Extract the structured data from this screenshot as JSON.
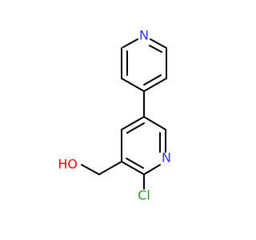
{
  "molecule": {
    "atoms": {
      "n_top": "N",
      "n_ring": "N",
      "chlorine": "Cl",
      "hydroxyl": "HO"
    },
    "colors": {
      "nitrogen": "#3333ff",
      "chlorine": "#1fa01f",
      "oxygen": "#ff0000",
      "bond": "#000000",
      "background": "#ffffff"
    }
  }
}
